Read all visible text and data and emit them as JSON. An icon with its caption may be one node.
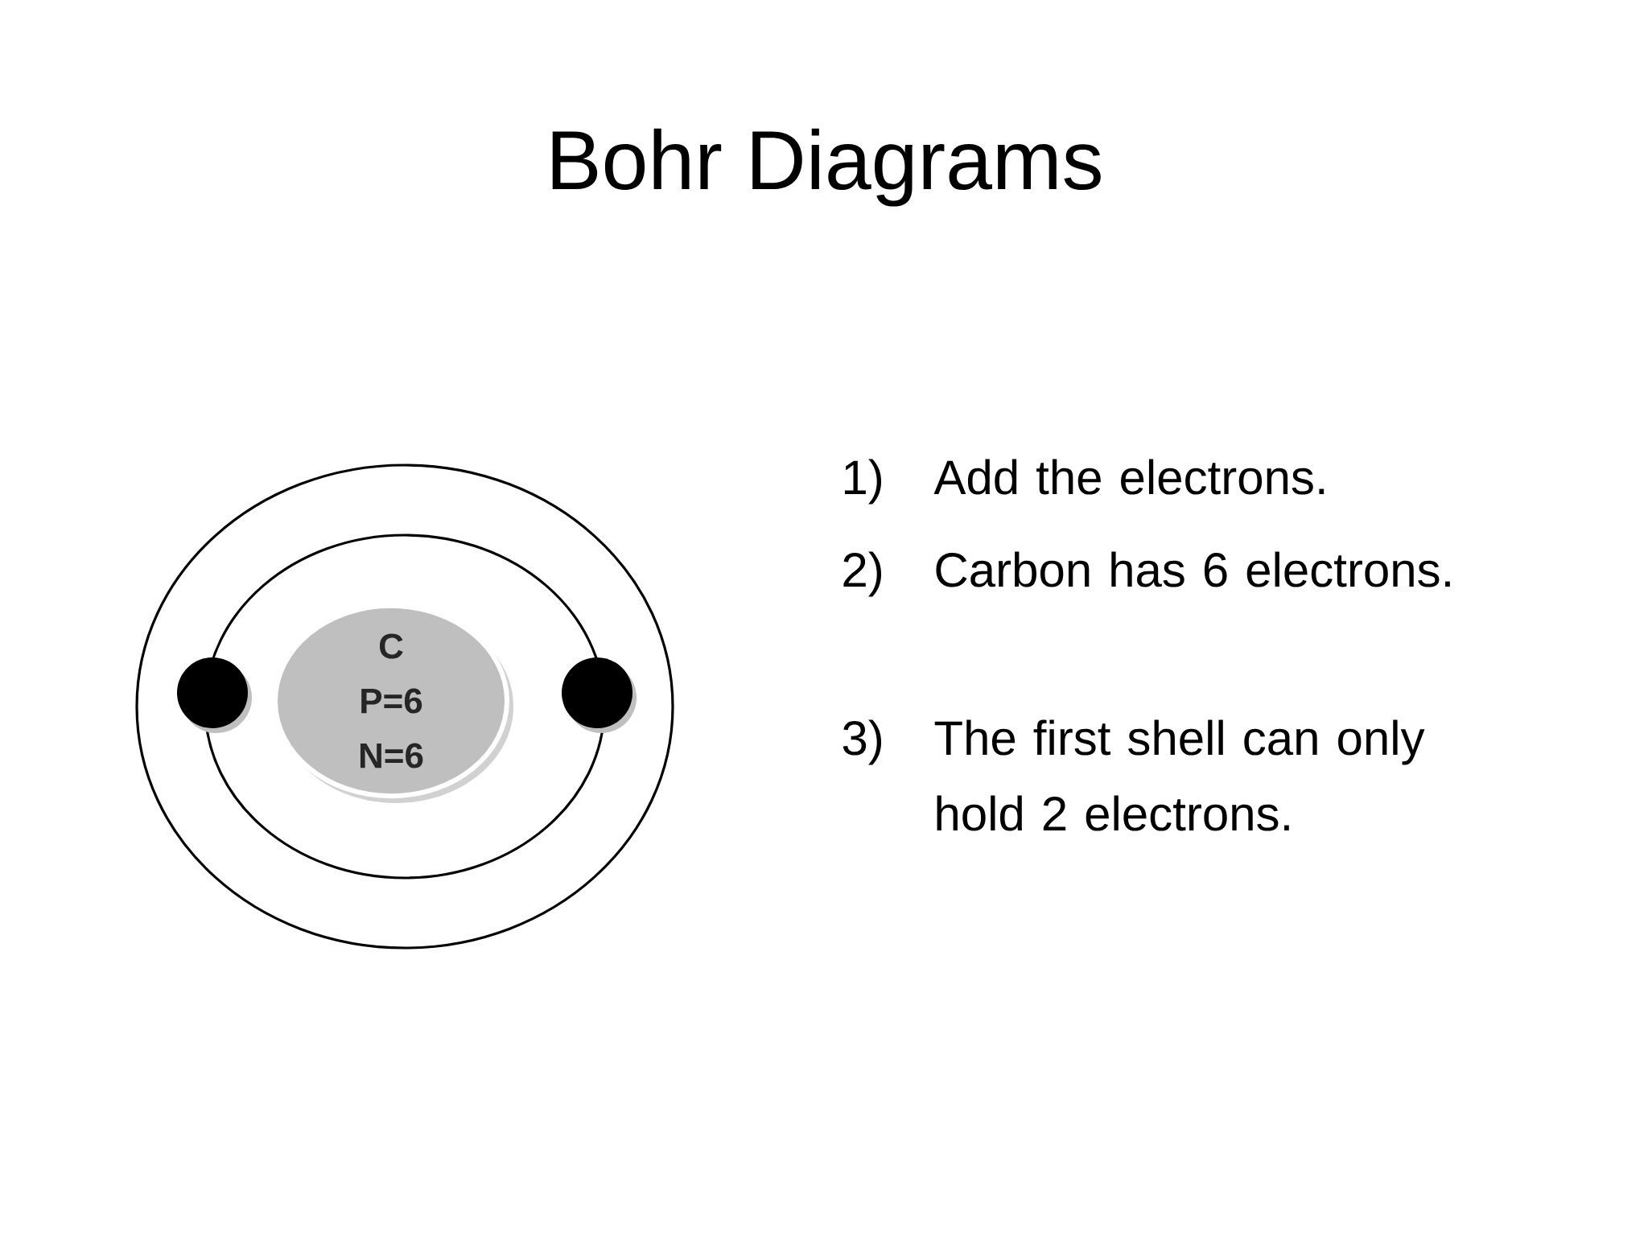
{
  "diagram": {
    "title": "Bohr Diagrams",
    "nodes": [
      {
        "text": [
          "C",
          "P=6",
          "N=6"
        ]
      },
      {
        "text": [],
        "shape": "circle"
      },
      {
        "text": [],
        "shape": "circle"
      }
    ],
    "labels": [
      "1)",
      "Add the electrons.",
      "2)",
      "Carbon has 6 electrons.",
      "3)",
      "The first shell can only hold 2 electrons."
    ]
  }
}
